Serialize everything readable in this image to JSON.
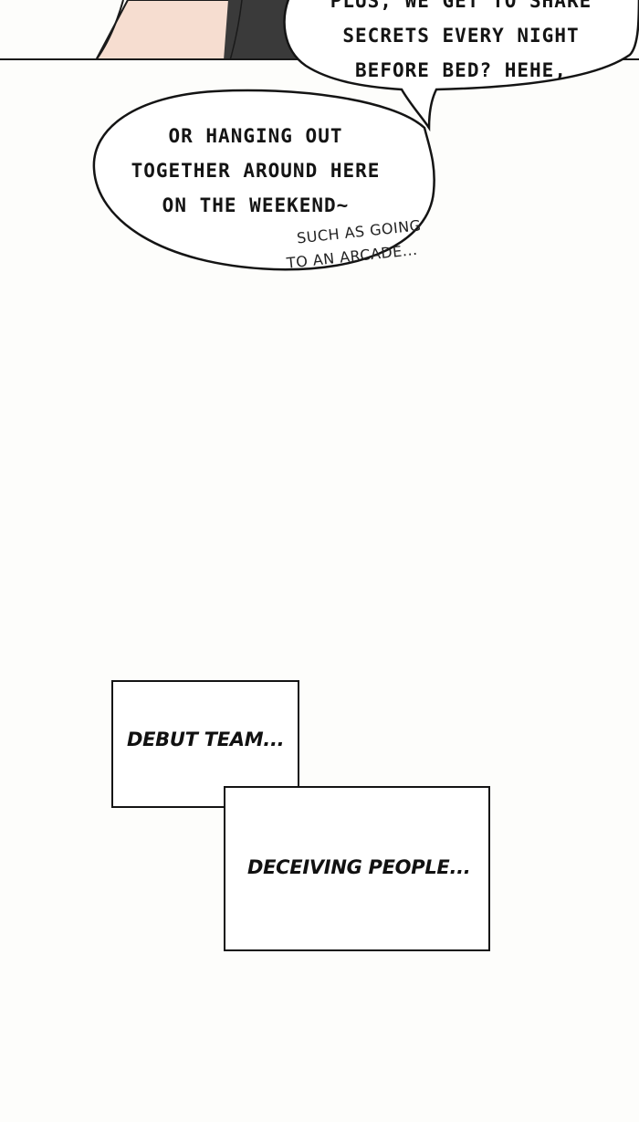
{
  "speech_bubbles": [
    {
      "lines": [
        "PLUS, WE GET TO SHARE",
        "SECRETS EVERY NIGHT",
        "BEFORE BED? HEHE,"
      ]
    },
    {
      "lines": [
        "OR HANGING OUT",
        "TOGETHER AROUND HERE",
        "ON THE WEEKEND~"
      ]
    }
  ],
  "whisper": {
    "lines": [
      "SUCH AS GOING",
      "TO AN ARCADE..."
    ]
  },
  "narration_boxes": [
    {
      "text": "DEBUT TEAM..."
    },
    {
      "text": "DECEIVING PEOPLE..."
    }
  ],
  "colors": {
    "background": "#fdfdfb",
    "ink": "#141414",
    "skin": "#f6ddd0",
    "hair": "#3a3a3a"
  }
}
